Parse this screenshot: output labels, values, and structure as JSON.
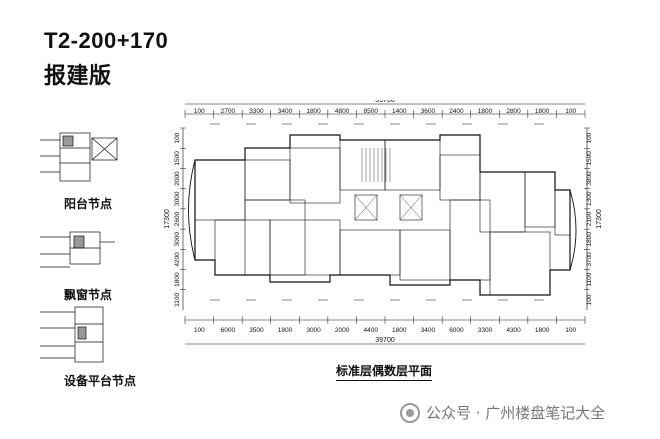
{
  "titles": {
    "code": "T2-200+170",
    "version": "报建版"
  },
  "nodes": [
    {
      "label": "阳台节点"
    },
    {
      "label": "飘窗节点"
    },
    {
      "label": "设备平台节点"
    }
  ],
  "plan": {
    "caption": "标准层偶数层平面",
    "top_total": "39700",
    "bottom_total": "39700",
    "top_dims": [
      "100",
      "2700",
      "3300",
      "3400",
      "1800",
      "4800",
      "8500",
      "1400",
      "3600",
      "2400",
      "1800",
      "2800",
      "1800",
      "100"
    ],
    "bottom_dims": [
      "100",
      "6000",
      "3500",
      "1800",
      "3000",
      "2000",
      "4400",
      "1800",
      "3400",
      "6000",
      "3300",
      "4300",
      "1800",
      "100"
    ],
    "left_dims": [
      "100",
      "1500",
      "2000",
      "3000",
      "2600",
      "3000",
      "4200",
      "1800",
      "1100"
    ],
    "left_total": "17300",
    "right_dims": [
      "100",
      "1500",
      "3800",
      "1300",
      "2100",
      "1800",
      "3700",
      "1100",
      "100"
    ],
    "right_total": "17300"
  },
  "watermark": {
    "text": "公众号 · 广州楼盘笔记大全"
  },
  "colors": {
    "ink": "#111111",
    "grey": "#8a8a8a"
  }
}
